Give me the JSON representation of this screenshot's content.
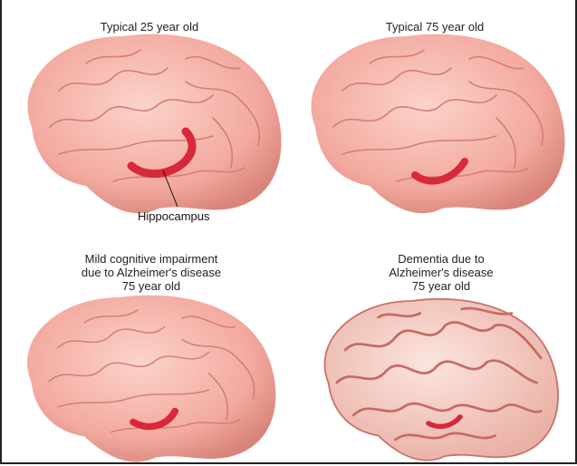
{
  "panels": [
    {
      "caption": [
        "Typical 25 year old"
      ]
    },
    {
      "caption": [
        "Typical 75 year old"
      ]
    },
    {
      "caption": [
        "Mild cognitive impairment",
        "due to Alzheimer's disease",
        "75 year old"
      ]
    },
    {
      "caption": [
        "Dementia due to",
        "Alzheimer's disease",
        "75 year old"
      ]
    }
  ],
  "label": "Hippocampus",
  "colors": {
    "brain": "#f6b4ab",
    "brain_dark": "#d9847a",
    "hippocampus": "#d8283a",
    "shrunk": "#f8d6cd"
  }
}
